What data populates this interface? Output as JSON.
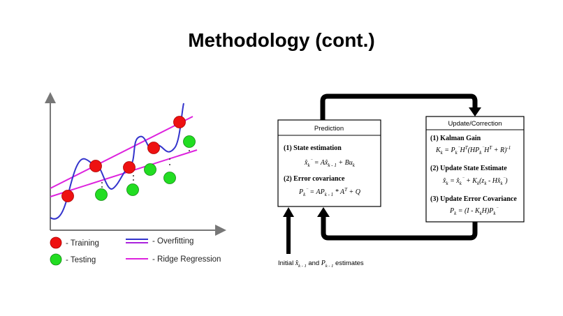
{
  "slide": {
    "title": "Methodology (cont.)"
  },
  "left_figure": {
    "legend": {
      "training": "- Training",
      "testing": "- Testing",
      "overfitting": "- Overfitting",
      "ridge": "- Ridge Regression"
    },
    "colors": {
      "training": "#ee1111",
      "testing": "#22dd22",
      "overfitting": "#3333cc",
      "ridge": "#dd22dd",
      "axis": "#777777"
    }
  },
  "right_figure": {
    "prediction": {
      "title": "Prediction",
      "sec1": "(1) State estimation",
      "sec2": "(2) Error covariance"
    },
    "update": {
      "title": "Update/Correction",
      "sec1": "(1) Kalman Gain",
      "sec2": "(2) Update State Estimate",
      "sec3": "(3) Update Error Covariance"
    },
    "initial": {
      "prefix": "Initial",
      "and": "and",
      "suffix": "estimates"
    }
  }
}
